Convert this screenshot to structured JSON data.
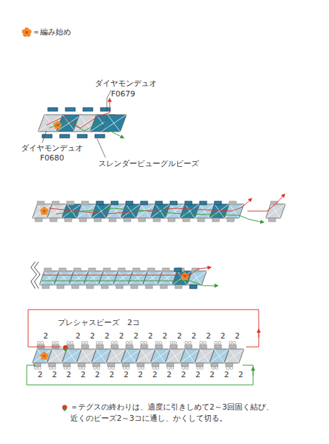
{
  "diagram": {
    "labels": [
      "＝編み始め",
      "ダイヤモンデュオ",
      "F0679",
      "ダイヤモンデュオ",
      "F0680",
      "スレンダービューグルビーズ",
      "プレシャスビーズ　2コ",
      "2",
      "2",
      "2",
      "2",
      "2",
      "2",
      "2",
      "2",
      "2",
      "2",
      "2",
      "2",
      "2",
      "2",
      "2",
      "2",
      "2",
      "2",
      "2",
      "2",
      "2",
      "2",
      "2",
      "2",
      "2",
      "2",
      "2",
      "2",
      "＝テグスの終わりは、適度に引きしめて2～3回固く結び、 近くのビーズ2～3コに通し、かくして切る。"
    ]
  }
}
